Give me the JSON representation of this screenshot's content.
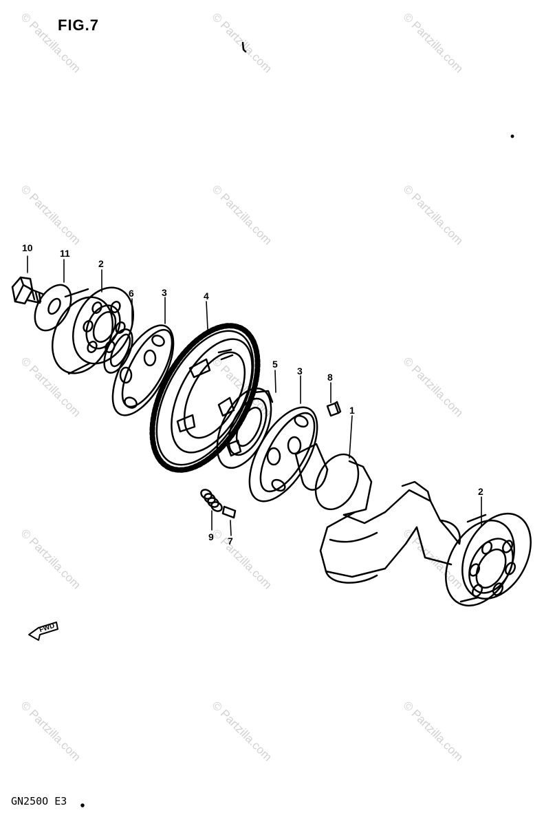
{
  "figure_label": "FIG.7",
  "model_code": "GN250O  E3",
  "watermark_text": "© Partzilla.com",
  "callouts": [
    "10",
    "11",
    "2",
    "6",
    "3",
    "4",
    "5",
    "3",
    "8",
    "1",
    "2",
    "9",
    "7"
  ],
  "fwd_label": "FWD",
  "colors": {
    "ink": "#000000",
    "watermark": "#d2d2d2"
  }
}
